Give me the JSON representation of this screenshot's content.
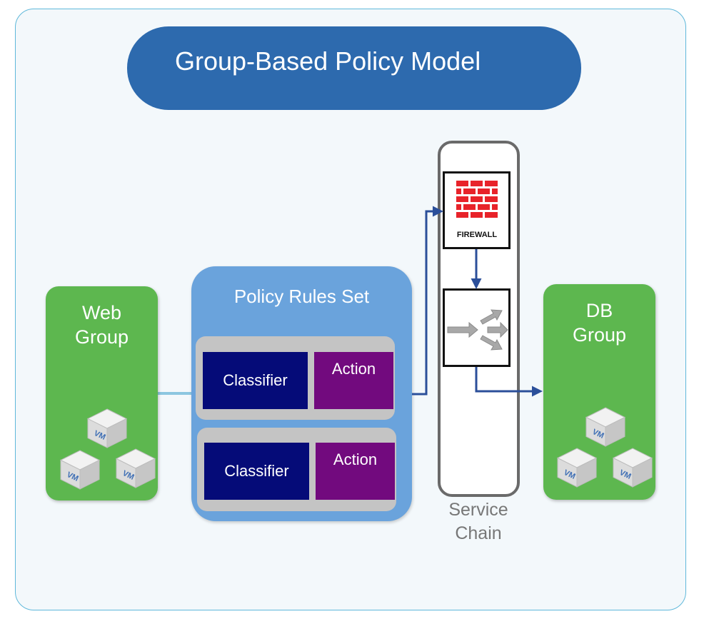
{
  "title": "Group-Based Policy Model",
  "web_group": {
    "line1": "Web",
    "line2": "Group"
  },
  "db_group": {
    "line1": "DB",
    "line2": "Group"
  },
  "policy_rules_set": {
    "title": "Policy Rules Set",
    "rules": [
      {
        "classifier": "Classifier",
        "action": "Action"
      },
      {
        "classifier": "Classifier",
        "action": "Action"
      }
    ]
  },
  "service_chain": {
    "line1": "Service",
    "line2": "Chain",
    "firewall_label": "FIREWALL"
  },
  "vm_label": "VM",
  "colors": {
    "group_green": "#5db74f",
    "title_blue": "#2d6aae",
    "rules_set_blue": "#6aa3dc",
    "classifier_navy": "#050b78",
    "action_purple": "#720a7e",
    "arrow_blue": "#2b4f9a",
    "firewall_red": "#e8232a"
  },
  "icons": [
    "vm-cube-icon",
    "firewall-brick-icon",
    "load-balancer-arrows-icon"
  ]
}
